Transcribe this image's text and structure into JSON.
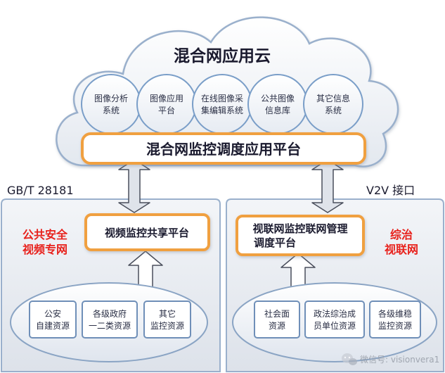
{
  "cloud": {
    "title": "混合网应用云",
    "apps": [
      {
        "line1": "图像分析",
        "line2": "系统"
      },
      {
        "line1": "图像应用",
        "line2": "平台"
      },
      {
        "line1": "在线图像采",
        "line2": "集编辑系统"
      },
      {
        "line1": "公共图像",
        "line2": "信息库"
      },
      {
        "line1": "其它信息",
        "line2": "系统"
      }
    ]
  },
  "platform": {
    "label": "混合网监控调度应用平台"
  },
  "left": {
    "standard": "GB/T 28181",
    "network_line1": "公共安全",
    "network_line2": "视频专网",
    "platform": "视频监控共享平台",
    "resources": [
      {
        "line1": "公安",
        "line2": "自建资源"
      },
      {
        "line1": "各级政府",
        "line2": "一二类资源"
      },
      {
        "line1": "其它",
        "line2": "监控资源"
      }
    ]
  },
  "right": {
    "standard": "V2V 接口",
    "network_line1": "综治",
    "network_line2": "视联网",
    "platform_line1": "视联网监控联网管理",
    "platform_line2": "调度平台",
    "resources": [
      {
        "line1": "社会面",
        "line2": "资源"
      },
      {
        "line1": "政法综治成",
        "line2": "员单位资源"
      },
      {
        "line1": "各级维稳",
        "line2": "监控资源"
      }
    ]
  },
  "watermark": "微信号: visionvera1",
  "colors": {
    "red_text": "#e8211c",
    "orange_border": "#f0a040",
    "navy_text": "#1a1a2e",
    "blue_stroke": "#7a9ec8",
    "arrow_fill": "#dfe3ea"
  }
}
